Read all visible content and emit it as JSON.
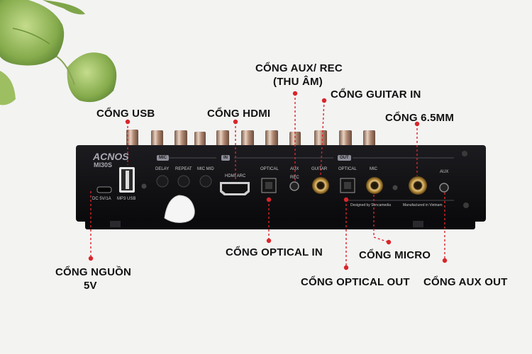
{
  "device": {
    "logo": "ACNOS",
    "model": "MI30S",
    "sections": {
      "mic": "MIC",
      "in": "IN",
      "out": "OUT"
    },
    "panel_labels": {
      "dc": "DC 5V/1A",
      "mp3_usb": "MP3 USB",
      "delay": "DELAY",
      "repeat": "REPEAT",
      "mic_mid": "MIC MID",
      "hdmi_arc": "HDMI ARC",
      "optical_in": "OPTICAL",
      "aux": "AUX",
      "rec": "REC",
      "guitar": "GUITAR",
      "optical_out": "OPTICAL",
      "mic": "MIC",
      "aux_out": "AUX",
      "designed_by": "Designed by Soncamedia",
      "manufactured": "Manufactured in Vietnam"
    }
  },
  "callouts": {
    "usb": "CỔNG USB",
    "hdmi": "CỔNG HDMI",
    "aux_rec_line1": "CỔNG AUX/ REC",
    "aux_rec_line2": "(THU ÂM)",
    "guitar": "CỔNG GUITAR IN",
    "jack65": "CỔNG 6.5MM",
    "power_line1": "CỔNG NGUỒN",
    "power_line2": "5V",
    "optical_in": "CỔNG OPTICAL IN",
    "micro": "CỔNG MICRO",
    "optical_out": "CỔNG OPTICAL OUT",
    "aux_out": "CỔNG AUX OUT"
  },
  "colors": {
    "background": "#f3f3f2",
    "device_body": "#121214",
    "callout_dot": "#d9252a",
    "callout_line": "#d9252a",
    "knob_metal": "#b89a86",
    "gold_jack": "#c9a35a",
    "leaf": "#8fb55a"
  }
}
